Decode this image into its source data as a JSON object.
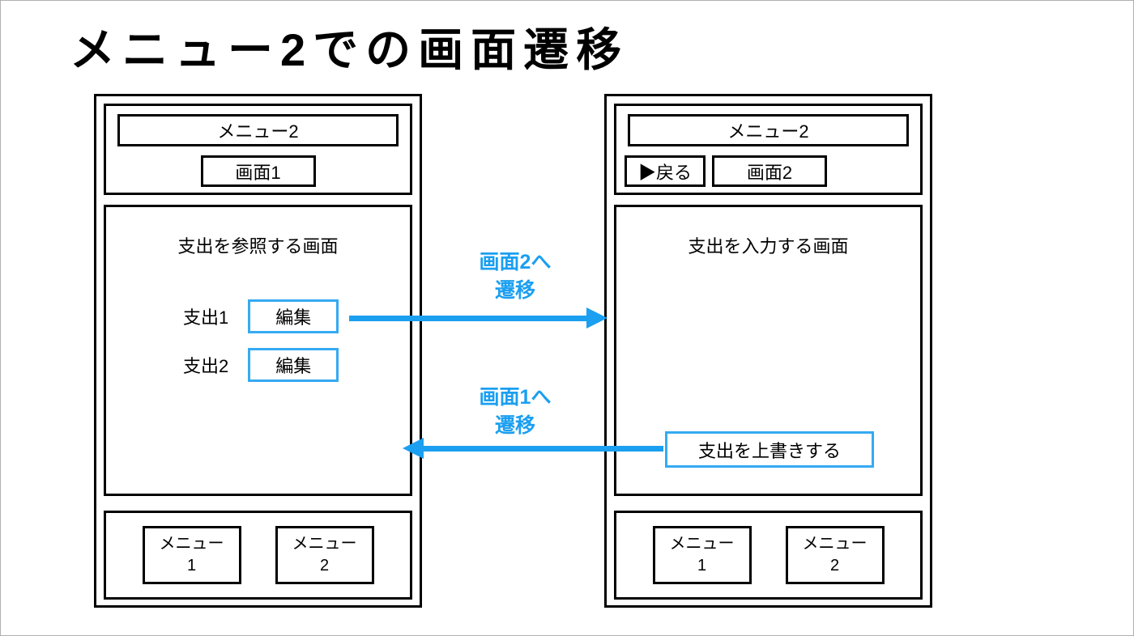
{
  "page": {
    "title": "メニュー2での画面遷移"
  },
  "colors": {
    "arrow_blue": "#1b9ff0",
    "button_border_blue": "#35aaf2",
    "frame_black": "#000000"
  },
  "left_screen": {
    "menu_header": "メニュー2",
    "screen_label": "画面1",
    "content_title": "支出を参照する画面",
    "expense_rows": [
      {
        "label": "支出1",
        "button_label": "編集"
      },
      {
        "label": "支出2",
        "button_label": "編集"
      }
    ],
    "menu_buttons": [
      {
        "line1": "メニュー",
        "line2": "1"
      },
      {
        "line1": "メニュー",
        "line2": "2"
      }
    ]
  },
  "right_screen": {
    "menu_header": "メニュー2",
    "back_button_label": "▶戻る",
    "screen_label": "画面2",
    "content_title": "支出を入力する画面",
    "overwrite_button_label": "支出を上書きする",
    "menu_buttons": [
      {
        "line1": "メニュー",
        "line2": "1"
      },
      {
        "line1": "メニュー",
        "line2": "2"
      }
    ]
  },
  "transitions": [
    {
      "line1": "画面2へ",
      "line2": "遷移",
      "direction": "right"
    },
    {
      "line1": "画面1へ",
      "line2": "遷移",
      "direction": "left"
    }
  ]
}
